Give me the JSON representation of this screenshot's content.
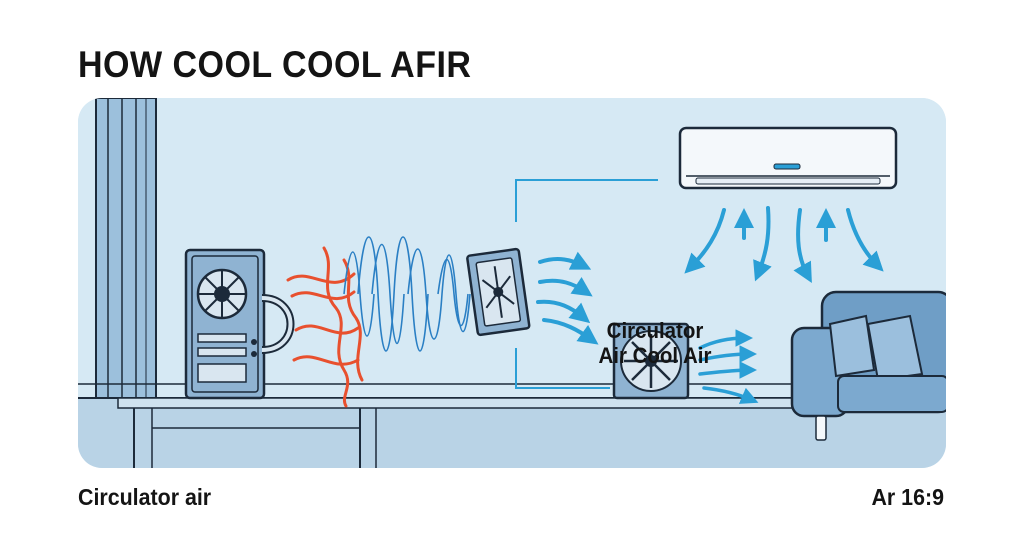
{
  "title": "HOW COOL COOL AFIR",
  "caption": {
    "line1": "Circulator",
    "line2": "Air Cool Air"
  },
  "footer": {
    "left": "Circulator air",
    "right": "Ar 16:9"
  },
  "colors": {
    "panel_background": "#d6e9f4",
    "air_flow": "#2a9fd6",
    "heat_waves": "#e8502e",
    "device_fill": "#8fb3d2",
    "outline": "#1c2a3a"
  },
  "icons": {
    "pc_tower": "pc-tower-icon",
    "wall_fan": "wall-fan-icon",
    "floor_fan": "circulator-fan-icon",
    "ac_unit": "air-conditioner-icon",
    "sofa": "sofa-icon",
    "curtain": "curtain-icon"
  }
}
